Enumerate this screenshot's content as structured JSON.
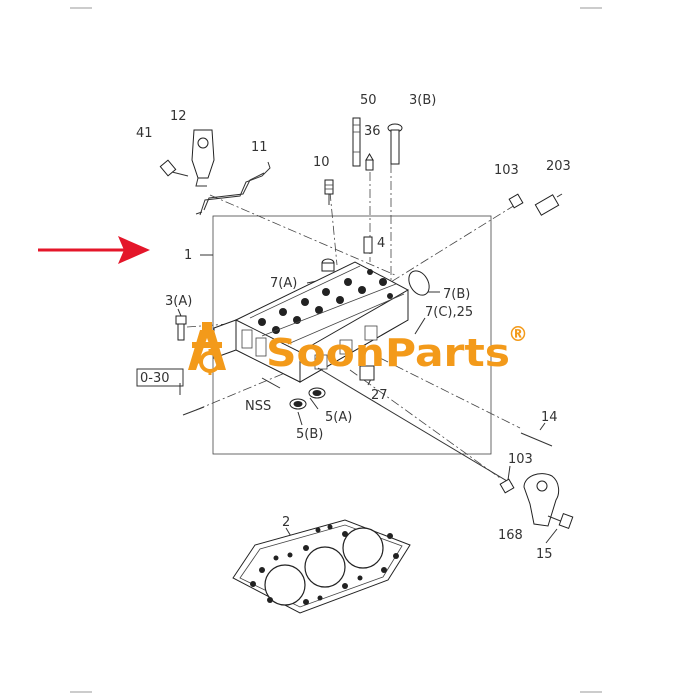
{
  "brand": {
    "name": "SoonParts",
    "mark": "®",
    "color": "#f39a1a"
  },
  "arrow_color": "#e4162a",
  "labels": {
    "l50": "50",
    "l3b": "3(B)",
    "l36": "36",
    "l12": "12",
    "l41": "41",
    "l11": "11",
    "l10": "10",
    "l103a": "103",
    "l203": "203",
    "l1": "1",
    "l4": "4",
    "l7a": "7(A)",
    "l7b": "7(B)",
    "l3a": "3(A)",
    "l7c": "7(C),25",
    "l030": "0-30",
    "lnss": "NSS",
    "l27": "27",
    "l5a": "5(A)",
    "l5b": "5(B)",
    "l14": "14",
    "l103b": "103",
    "l168": "168",
    "l15": "15",
    "l2": "2"
  }
}
